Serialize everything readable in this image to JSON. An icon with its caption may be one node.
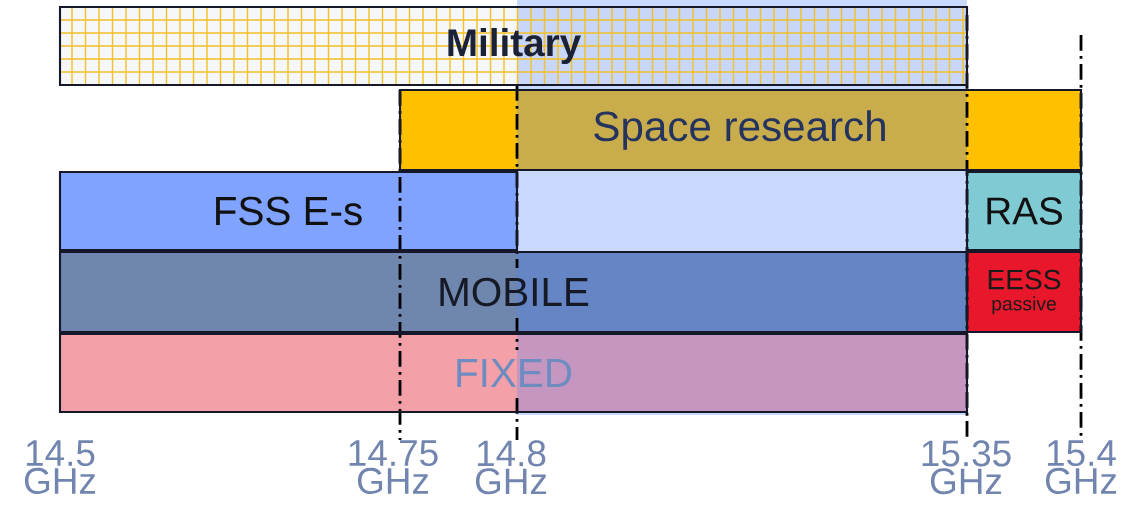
{
  "diagram": {
    "nodes": [
      {
        "text": [
          "Military"
        ]
      },
      {
        "text": [
          "Space research"
        ]
      },
      {
        "text": [
          "FSS E-s"
        ]
      },
      {
        "text": [
          "RAS"
        ]
      },
      {
        "text": [
          "MOBILE"
        ]
      },
      {
        "text": [
          "EESS",
          "passive"
        ]
      },
      {
        "text": [
          "FIXED"
        ]
      }
    ],
    "labels": [
      "14.5 GHz",
      "14.75 GHz",
      "14.8 GHz",
      "15.35 GHz",
      "15.4 GHz"
    ]
  }
}
